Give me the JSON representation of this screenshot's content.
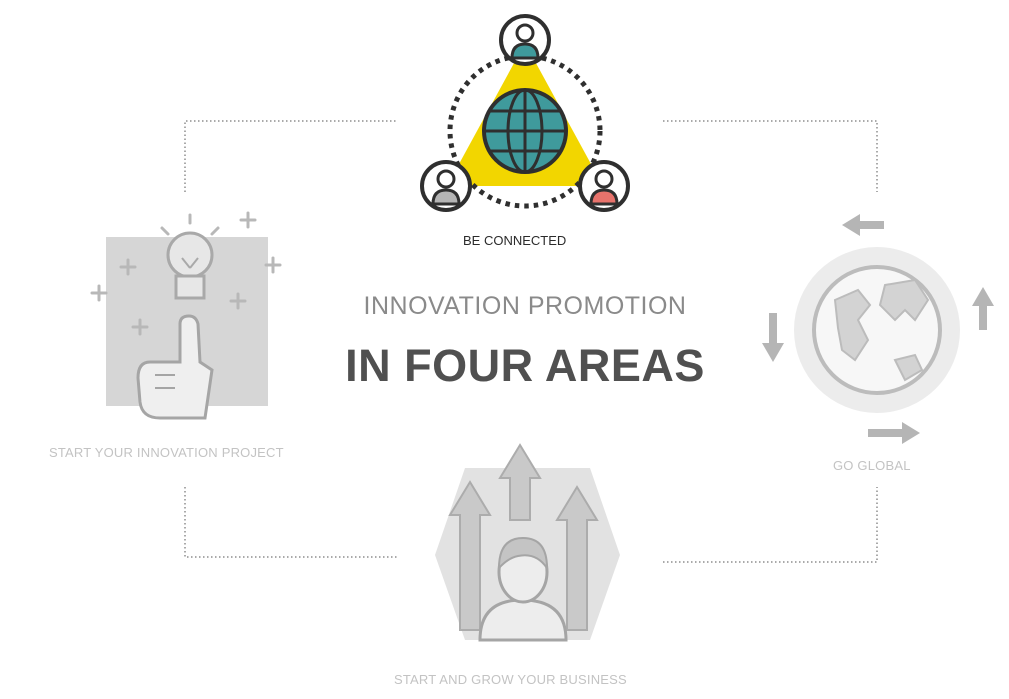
{
  "header": {
    "subtitle": "INNOVATION PROMOTION",
    "title": "IN FOUR AREAS"
  },
  "areas": [
    {
      "id": "be-connected",
      "label": "BE CONNECTED",
      "icon": "connected-globe-icon",
      "state": "highlighted"
    },
    {
      "id": "innovation-project",
      "label": "START YOUR INNOVATION PROJECT",
      "icon": "idea-lightbulb-icon",
      "state": "faded"
    },
    {
      "id": "go-global",
      "label": "GO GLOBAL",
      "icon": "earth-arrows-icon",
      "state": "faded"
    },
    {
      "id": "grow-business",
      "label": "START AND GROW YOUR BUSINESS",
      "icon": "growth-person-icon",
      "state": "faded"
    }
  ],
  "colors": {
    "accent": "#f2d600",
    "globe": "#3f9a9c",
    "person_red": "#e8736c",
    "dark": "#2f2f2f",
    "faded": "#c8c8c8"
  }
}
